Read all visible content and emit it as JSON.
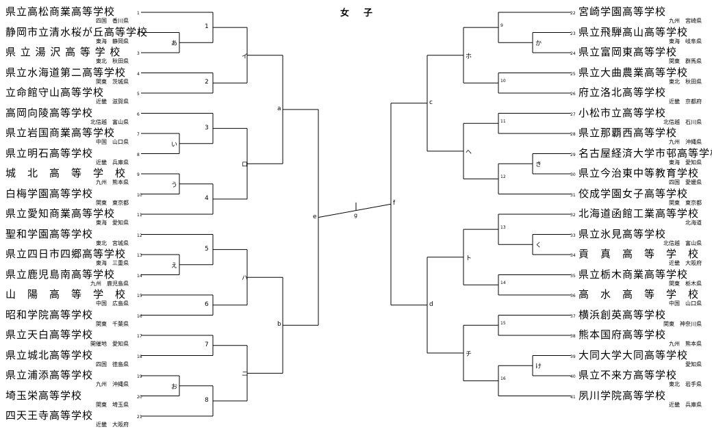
{
  "title": "女　子",
  "final_label": "g",
  "left_teams": [
    {
      "seed": "1",
      "name": "県立高松商業高等学校",
      "region": "四国　香川県"
    },
    {
      "seed": "2",
      "name": "静岡市立清水桜が丘高等学校",
      "region": "東海　静岡県"
    },
    {
      "seed": "3",
      "name": "県 立 湯 沢 高 等 学 校",
      "region": "東北　秋田県"
    },
    {
      "seed": "4",
      "name": "県立水海道第二高等学校",
      "region": "関東　茨城県"
    },
    {
      "seed": "5",
      "name": "立命館守山高等学校",
      "region": "近畿　滋賀県"
    },
    {
      "seed": "6",
      "name": "高岡向陵高等学校",
      "region": "北信越　富山県"
    },
    {
      "seed": "7",
      "name": "県立岩国商業高等学校",
      "region": "中国　山口県"
    },
    {
      "seed": "8",
      "name": "県立明石高等学校",
      "region": "近畿　兵庫県"
    },
    {
      "seed": "9",
      "name": "城　北　高　等　学　校",
      "region": "九州　熊本県"
    },
    {
      "seed": "10",
      "name": "白梅学園高等学校",
      "region": "関東　東京都"
    },
    {
      "seed": "11",
      "name": "県立愛知商業高等学校",
      "region": "東海　愛知県"
    },
    {
      "seed": "12",
      "name": "聖和学園高等学校",
      "region": "東北　宮城県"
    },
    {
      "seed": "13",
      "name": "県立四日市四郷高等学校",
      "region": "東海　三重県"
    },
    {
      "seed": "14",
      "name": "県立鹿児島南高等学校",
      "region": "九州　鹿児島県"
    },
    {
      "seed": "15",
      "name": "山　陽　高　等　学　校",
      "region": "中国　広島県"
    },
    {
      "seed": "16",
      "name": "昭和学院高等学校",
      "region": "関東　千葉県"
    },
    {
      "seed": "17",
      "name": "県立天白高等学校",
      "region": "開催地　愛知県"
    },
    {
      "seed": "18",
      "name": "県立城北高等学校",
      "region": "四国　徳島県"
    },
    {
      "seed": "19",
      "name": "県立浦添高等学校",
      "region": "九州　沖縄県"
    },
    {
      "seed": "20",
      "name": "埼玉栄高等学校",
      "region": "関東　埼玉県"
    },
    {
      "seed": "21",
      "name": "四天王寺高等学校",
      "region": "近畿　大阪府"
    }
  ],
  "right_teams": [
    {
      "seed": "22",
      "name": "宮崎学園高等学校",
      "region": "九州　宮崎県"
    },
    {
      "seed": "23",
      "name": "県立飛騨高山高等学校",
      "region": "東海　岐阜県"
    },
    {
      "seed": "24",
      "name": "県立富岡東高等学校",
      "region": "関東　群馬県"
    },
    {
      "seed": "25",
      "name": "県立大曲農業高等学校",
      "region": "東北　秋田県"
    },
    {
      "seed": "26",
      "name": "府立洛北高等学校",
      "region": "近畿　京都府"
    },
    {
      "seed": "27",
      "name": "小松市立高等学校",
      "region": "北信越　石川県"
    },
    {
      "seed": "28",
      "name": "県立那覇西高等学校",
      "region": "九州　沖縄県"
    },
    {
      "seed": "29",
      "name": "名古屋経済大学市邨高等学校",
      "region": "東海　愛知県"
    },
    {
      "seed": "30",
      "name": "県立今治東中等教育学校",
      "region": "四国　愛媛県"
    },
    {
      "seed": "31",
      "name": "佼成学園女子高等学校",
      "region": "関東　東京都"
    },
    {
      "seed": "32",
      "name": "北海道函館工業高等学校",
      "region": "北海道"
    },
    {
      "seed": "33",
      "name": "県立氷見高等学校",
      "region": "北信越　富山県"
    },
    {
      "seed": "34",
      "name": "貢　真　高　等　学　校",
      "region": "近畿　大阪府"
    },
    {
      "seed": "35",
      "name": "県立栃木商業高等学校",
      "region": "関東　栃木県"
    },
    {
      "seed": "36",
      "name": "高　水　高　等　学　校",
      "region": "中国　山口県"
    },
    {
      "seed": "37",
      "name": "横浜創英高等学校",
      "region": "関東　神奈川県"
    },
    {
      "seed": "38",
      "name": "熊本国府高等学校",
      "region": "九州　熊本県"
    },
    {
      "seed": "39",
      "name": "大同大学大同高等学校",
      "region": "愛知県"
    },
    {
      "seed": "40",
      "name": "県立不来方高等学校",
      "region": "東北　岩手県"
    },
    {
      "seed": "41",
      "name": "夙川学院高等学校",
      "region": "近畿　兵庫県"
    }
  ],
  "match_labels": {
    "left_r1": [
      "あ",
      "い",
      "う",
      "え",
      "お"
    ],
    "left_r2": [
      "1",
      "2",
      "3",
      "4",
      "5",
      "6",
      "7",
      "8"
    ],
    "left_r3": [
      "イ",
      "ロ",
      "ハ",
      "ニ"
    ],
    "left_r4": [
      "a",
      "b"
    ],
    "left_semi": "e",
    "right_r1": [
      "か",
      "き",
      "く",
      "け"
    ],
    "right_r2": [
      "9",
      "10",
      "11",
      "12",
      "13",
      "14",
      "15",
      "16"
    ],
    "right_r3": [
      "ホ",
      "ヘ",
      "ト",
      "チ"
    ],
    "right_r4": [
      "c",
      "d"
    ],
    "right_semi": "f"
  }
}
